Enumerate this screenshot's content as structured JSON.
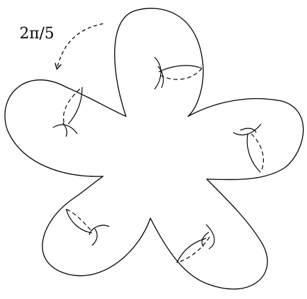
{
  "figure": {
    "rotation_label": "2π/5",
    "handle_count": 5,
    "lobe_count": 5,
    "stroke_color": "#000000",
    "background_color": "#ffffff"
  }
}
